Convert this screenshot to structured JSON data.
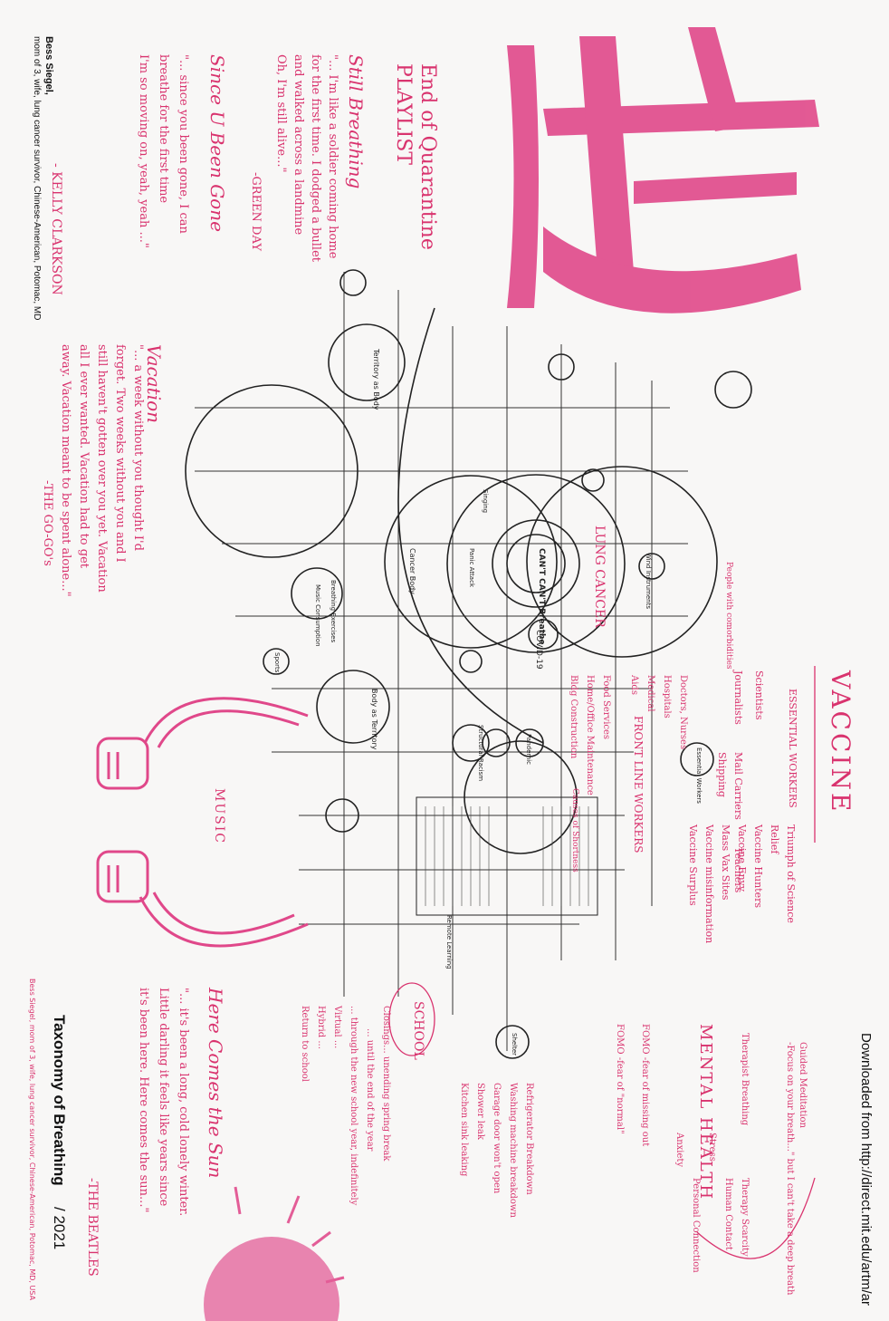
{
  "download_note": "Downloaded from http://direct.mit.edu/artm/ar",
  "credit_main": {
    "title": "Taxonomy of Breathing",
    "year": "/ 2021",
    "byline": "Bess Siegel, mom of 3, wife, lung cancer survivor, Chinese-American, Potomac, MD, USA"
  },
  "credit_left": {
    "name": "Bess Siegel,",
    "line": "mom of 3, wife, lung cancer survivor, Chinese-American, Potomac, MD"
  },
  "playlist": {
    "heading1": "End of Quarantine",
    "heading2": "PLAYLIST",
    "songs": [
      {
        "title": "Still Breathing",
        "lines": [
          "\"... I'm like a soldier coming home",
          "for the first time. I dodged a bullet",
          "and walked across a landmine",
          "Oh, I'm still alive...\""
        ],
        "artist": "-GREEN DAY"
      },
      {
        "title": "Since U Been Gone",
        "lines": [
          "\"... since you been gone, I can",
          "breathe for the first time",
          "I'm so moving on, yeah, yeah ...\""
        ],
        "artist": "- KELLY CLARKSON"
      },
      {
        "title": "Vacation",
        "lines": [
          "\"... a week without you thought I'd",
          "forget. Two weeks without you and I",
          "still haven't gotten over you yet. Vacation",
          "all I ever wanted. Vacation had to get",
          "away. Vacation meant to be spent alone...\""
        ],
        "artist": "-THE GO-GO's"
      },
      {
        "title": "Here Comes the Sun",
        "lines": [
          "\"... it's been a long, cold lonely winter.",
          "Little darling it feels like years since",
          "it's been here. Here comes the sun...\""
        ],
        "artist": "-THE BEATLES"
      }
    ]
  },
  "vaccine": {
    "title": "VACCINE",
    "items": [
      "Triumph of Science",
      "Relief",
      "Vaccine Hunters",
      "Vaccine Envy",
      "Mass Vax Sites",
      "Vaccine misinformation",
      "Vaccine Surplus"
    ],
    "essential": "ESSENTIAL WORKERS",
    "workers": [
      "Journalists",
      "Mail Carriers",
      "Shipping",
      "Teachers",
      "Scientists"
    ]
  },
  "mental_health": {
    "title": "MENTAL HEALTH",
    "items": [
      "Guided Meditation",
      "-Focus on your breath...\" but I can't take a deep breath",
      "Therapist Breathing",
      "Therapy Scarcity",
      "Human Contact",
      "Stress",
      "Personal Connection",
      "Anxiety",
      "FOMO -fear of missing out",
      "FOMO -fear of \"normal\""
    ]
  },
  "school": {
    "title": "SCHOOL",
    "items": [
      "Closings... unending spring break",
      "... until the end of the year",
      "... through the new school year, indefinitely",
      "Virtual ...",
      "Hybrid ...",
      "Return to school"
    ]
  },
  "shelter": {
    "items": [
      "Refrigerator Breakdown",
      "Washing machine breakdown",
      "Garage door won't open",
      "Shower leak",
      "Kitchen sink leaking"
    ]
  },
  "front_line": {
    "title": "FRONT LINE WORKERS",
    "items": [
      "Doctors, Nurses",
      "Hospitals",
      "Medical",
      "Aids",
      "Food Services",
      "Home/Office Maintenance",
      "Bldg Construction"
    ]
  },
  "music": {
    "title": "MUSIC"
  },
  "diagram": {
    "center": "CAN'T CAN'T Breathe",
    "labels": [
      "LUNG CANCER",
      "COVID-19",
      "Territory as Body",
      "Body as Territory",
      "Cancer Body",
      "Breathing Exercises",
      "Music Consumption",
      "Panic Attack",
      "Singing",
      "Sports",
      "Wind Instruments",
      "Causes of Shortness",
      "Structural Racism",
      "Pandemic",
      "Essential Workers",
      "Shelter",
      "Remote Learning"
    ],
    "footer_note": "People with comorbidities"
  },
  "colors": {
    "pink": "#d9336e",
    "ink": "#222222",
    "paper": "#f8f7f6"
  }
}
